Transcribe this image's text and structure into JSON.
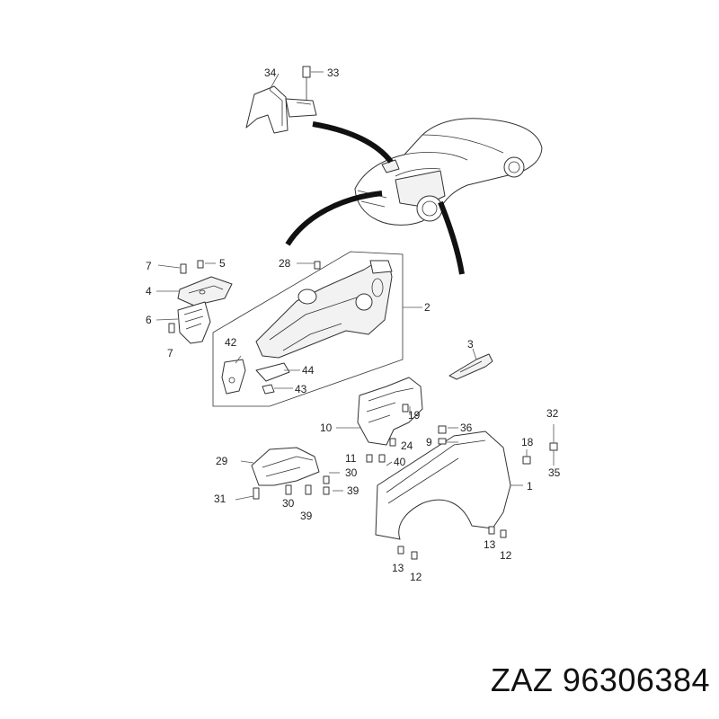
{
  "callouts": [
    {
      "id": "c1",
      "text": "1"
    },
    {
      "id": "c2",
      "text": "2"
    },
    {
      "id": "c3",
      "text": "3"
    },
    {
      "id": "c4",
      "text": "4"
    },
    {
      "id": "c5",
      "text": "5"
    },
    {
      "id": "c6",
      "text": "6"
    },
    {
      "id": "c7a",
      "text": "7"
    },
    {
      "id": "c7b",
      "text": "7"
    },
    {
      "id": "c9",
      "text": "9"
    },
    {
      "id": "c10",
      "text": "10"
    },
    {
      "id": "c11",
      "text": "11"
    },
    {
      "id": "c12a",
      "text": "12"
    },
    {
      "id": "c12b",
      "text": "12"
    },
    {
      "id": "c13a",
      "text": "13"
    },
    {
      "id": "c13b",
      "text": "13"
    },
    {
      "id": "c18",
      "text": "18"
    },
    {
      "id": "c19",
      "text": "19"
    },
    {
      "id": "c24",
      "text": "24"
    },
    {
      "id": "c28",
      "text": "28"
    },
    {
      "id": "c29",
      "text": "29"
    },
    {
      "id": "c30a",
      "text": "30"
    },
    {
      "id": "c30b",
      "text": "30"
    },
    {
      "id": "c31",
      "text": "31"
    },
    {
      "id": "c32",
      "text": "32"
    },
    {
      "id": "c33",
      "text": "33"
    },
    {
      "id": "c34",
      "text": "34"
    },
    {
      "id": "c35",
      "text": "35"
    },
    {
      "id": "c36",
      "text": "36"
    },
    {
      "id": "c39a",
      "text": "39"
    },
    {
      "id": "c39b",
      "text": "39"
    },
    {
      "id": "c40",
      "text": "40"
    },
    {
      "id": "c42",
      "text": "42"
    },
    {
      "id": "c43",
      "text": "43"
    },
    {
      "id": "c44",
      "text": "44"
    }
  ],
  "brand_text": "ZAZ 96306384"
}
